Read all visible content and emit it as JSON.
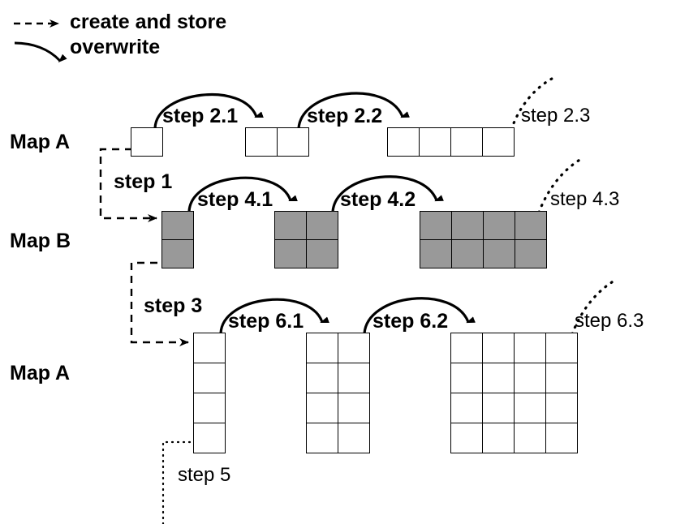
{
  "legend": {
    "items": [
      {
        "id": "create-and-store",
        "label": "create and store",
        "style": "dashed-arrow"
      },
      {
        "id": "overwrite",
        "label": "overwrite",
        "style": "curved-solid-arrow"
      }
    ]
  },
  "rows": [
    {
      "id": "row-map-a-top",
      "label": "Map A",
      "fill": "white",
      "grids": [
        {
          "id": "map-a-1",
          "cols": 1,
          "rows": 1
        },
        {
          "id": "map-a-2",
          "cols": 2,
          "rows": 1
        },
        {
          "id": "map-a-3",
          "cols": 4,
          "rows": 1
        }
      ],
      "transitions": [
        {
          "id": "step-2-1",
          "label": "step 2.1",
          "kind": "solid"
        },
        {
          "id": "step-2-2",
          "label": "step 2.2",
          "kind": "solid"
        },
        {
          "id": "step-2-3",
          "label": "step 2.3",
          "kind": "dotted"
        }
      ]
    },
    {
      "id": "row-map-b",
      "label": "Map B",
      "fill": "gray",
      "grids": [
        {
          "id": "map-b-1",
          "cols": 1,
          "rows": 2
        },
        {
          "id": "map-b-2",
          "cols": 2,
          "rows": 2
        },
        {
          "id": "map-b-3",
          "cols": 4,
          "rows": 2
        }
      ],
      "transitions": [
        {
          "id": "step-4-1",
          "label": "step 4.1",
          "kind": "solid"
        },
        {
          "id": "step-4-2",
          "label": "step 4.2",
          "kind": "solid"
        },
        {
          "id": "step-4-3",
          "label": "step 4.3",
          "kind": "dotted"
        }
      ]
    },
    {
      "id": "row-map-a-bottom",
      "label": "Map A",
      "fill": "white",
      "grids": [
        {
          "id": "map-a-b1",
          "cols": 1,
          "rows": 4
        },
        {
          "id": "map-a-b2",
          "cols": 2,
          "rows": 4
        },
        {
          "id": "map-a-b3",
          "cols": 4,
          "rows": 4
        }
      ],
      "transitions": [
        {
          "id": "step-6-1",
          "label": "step 6.1",
          "kind": "solid"
        },
        {
          "id": "step-6-2",
          "label": "step 6.2",
          "kind": "solid"
        },
        {
          "id": "step-6-3",
          "label": "step 6.3",
          "kind": "dotted"
        }
      ]
    }
  ],
  "cross_links": [
    {
      "id": "step-1",
      "label": "step 1",
      "kind": "dashed",
      "from": "map-a-1",
      "to": "map-b-1"
    },
    {
      "id": "step-3",
      "label": "step 3",
      "kind": "dashed",
      "from": "map-b-1",
      "to": "map-a-b1"
    },
    {
      "id": "step-5",
      "label": "step 5",
      "kind": "dotted",
      "from": "map-a-b1",
      "to": "off-page"
    }
  ],
  "colors": {
    "stroke": "#000000",
    "grid_fill_white": "#ffffff",
    "grid_fill_gray": "#999999",
    "background": "#ffffff"
  }
}
